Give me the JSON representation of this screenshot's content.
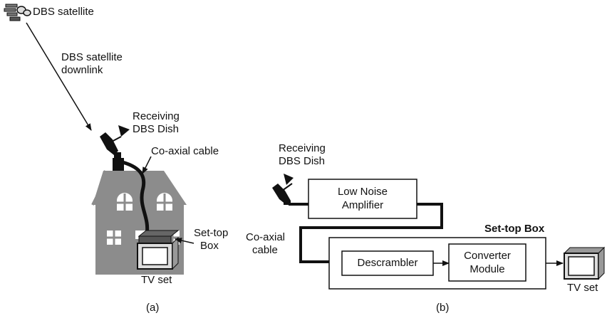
{
  "panel_a": {
    "satellite_label": "DBS satellite",
    "downlink_label_line1": "DBS satellite",
    "downlink_label_line2": "downlink",
    "dish_label_line1": "Receiving",
    "dish_label_line2": "DBS Dish",
    "cable_label": "Co-axial cable",
    "settop_label_line1": "Set-top",
    "settop_label_line2": "Box",
    "tv_label": "TV set",
    "caption": "(a)"
  },
  "panel_b": {
    "dish_label_line1": "Receiving",
    "dish_label_line2": "DBS Dish",
    "lna_line1": "Low Noise",
    "lna_line2": "Amplifier",
    "cable_label_line1": "Co-axial",
    "cable_label_line2": "cable",
    "settop_title": "Set-top Box",
    "descrambler": "Descrambler",
    "converter_line1": "Converter",
    "converter_line2": "Module",
    "tv_label": "TV set",
    "caption": "(b)"
  },
  "colors": {
    "house": "#8c8c8c",
    "house_dark": "#707070",
    "line": "#111111"
  }
}
